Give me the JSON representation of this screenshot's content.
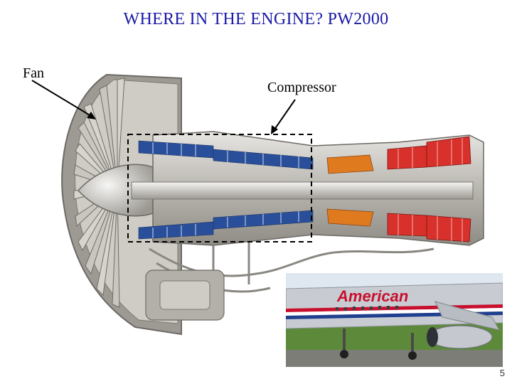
{
  "slide": {
    "title": "WHERE IN THE ENGINE? PW2000",
    "page_number": "5"
  },
  "labels": {
    "fan": "Fan",
    "compressor": "Compressor"
  },
  "photo": {
    "airline_text": "American",
    "fuselage_colors": [
      "#c8ccd2",
      "#c8102e",
      "#1f3f8f"
    ]
  },
  "colors": {
    "title": "#1a1aa6",
    "compressor_blades": "#2a4f9a",
    "turbine_hot": "#d8302a"
  }
}
